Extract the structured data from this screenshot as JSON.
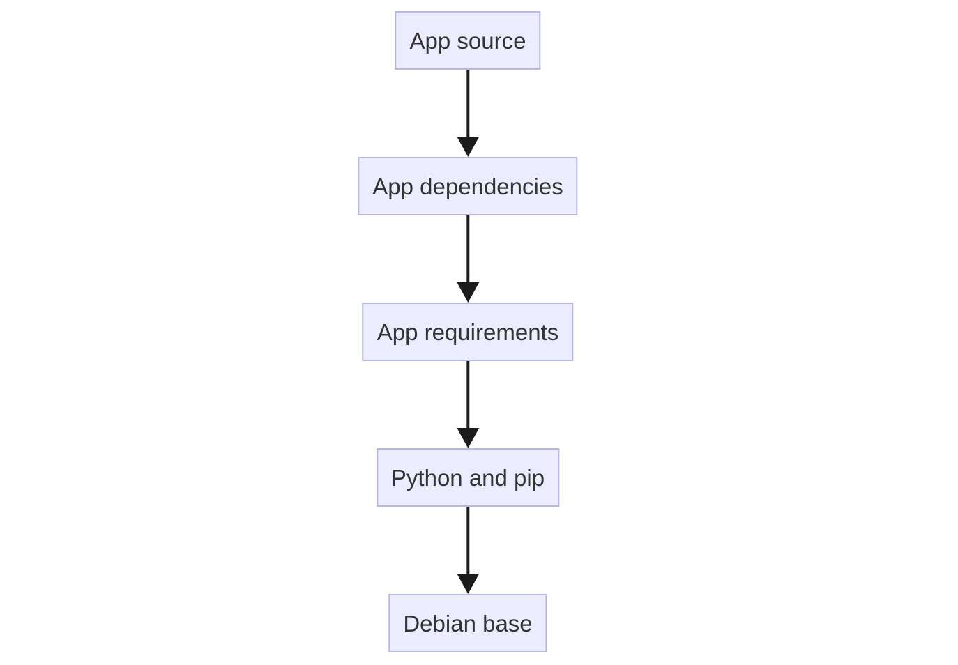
{
  "diagram": {
    "type": "flowchart",
    "direction": "top-down",
    "nodes": [
      {
        "id": "node-1",
        "label": "App source"
      },
      {
        "id": "node-2",
        "label": "App dependencies"
      },
      {
        "id": "node-3",
        "label": "App requirements"
      },
      {
        "id": "node-4",
        "label": "Python and pip"
      },
      {
        "id": "node-5",
        "label": "Debian base"
      }
    ],
    "edges": [
      {
        "from": "App source",
        "to": "App dependencies",
        "style": "arrow-down"
      },
      {
        "from": "App dependencies",
        "to": "App requirements",
        "style": "arrow-down"
      },
      {
        "from": "App requirements",
        "to": "Python and pip",
        "style": "arrow-down"
      },
      {
        "from": "Python and pip",
        "to": "Debian base",
        "style": "arrow-down"
      }
    ],
    "colors": {
      "background": "#ffffff",
      "node_fill": "#ececff",
      "node_border": "#b7b7e2",
      "node_text": "#333333",
      "arrow": "#1c1c1c"
    }
  }
}
